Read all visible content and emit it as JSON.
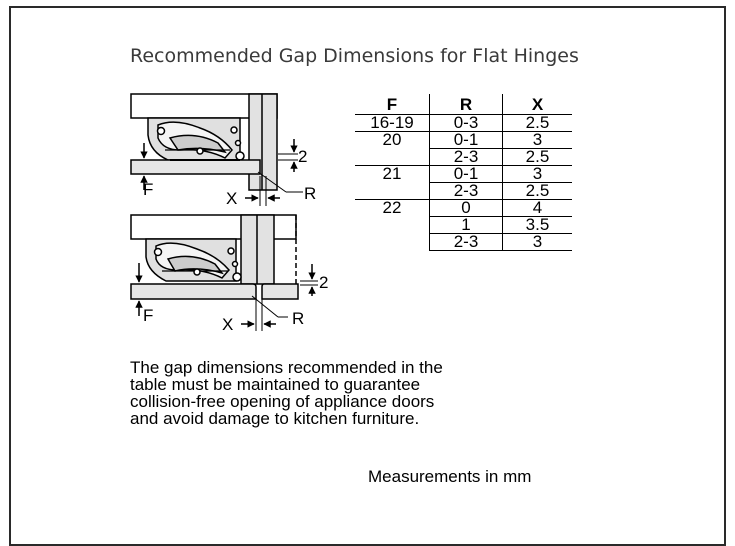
{
  "title": "Recommended Gap Dimensions for Flat Hinges",
  "diagram_labels": {
    "top": {
      "gap": "2",
      "thickness": "F",
      "offset": "X",
      "radius": "R"
    },
    "bottom": {
      "gap": "2",
      "thickness": "F",
      "offset": "X",
      "radius": "R"
    }
  },
  "table": {
    "headers": [
      "F",
      "R",
      "X"
    ],
    "rows": [
      {
        "f": "16-19",
        "r": "0-3",
        "x": "2.5"
      },
      {
        "f": "20",
        "r": "0-1",
        "x": "3"
      },
      {
        "f": "",
        "r": "2-3",
        "x": "2.5"
      },
      {
        "f": "21",
        "r": "0-1",
        "x": "3"
      },
      {
        "f": "",
        "r": "2-3",
        "x": "2.5"
      },
      {
        "f": "22",
        "r": "0",
        "x": "4"
      },
      {
        "f": "",
        "r": "1",
        "x": "3.5"
      },
      {
        "f": "",
        "r": "2-3",
        "x": "3"
      }
    ]
  },
  "note": "The gap dimensions recommended in the\ntable must be maintained to guarantee\ncollision-free opening of appliance doors\nand avoid damage to kitchen furniture.",
  "units": "Measurements in mm"
}
